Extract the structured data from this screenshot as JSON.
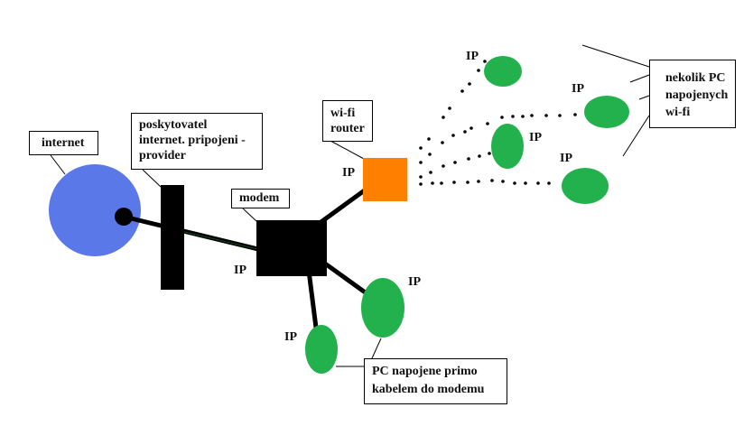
{
  "labels": {
    "internet": "internet",
    "provider_line1": "poskytovatel",
    "provider_line2": "internet. pripojeni -",
    "provider_line3": "provider",
    "modem": "modem",
    "router_line1": "wi-fi",
    "router_line2": "router",
    "wifi_pcs_line1": "nekolik PC",
    "wifi_pcs_line2": "napojenych",
    "wifi_pcs_line3": "wi-fi",
    "wired_pcs_line1": "PC napojene primo",
    "wired_pcs_line2": "kabelem do modemu"
  },
  "ip_label": "IP",
  "colors": {
    "internet": "#5b78e8",
    "router": "#ff7f00",
    "pc": "#22b14c",
    "device": "#000000"
  }
}
